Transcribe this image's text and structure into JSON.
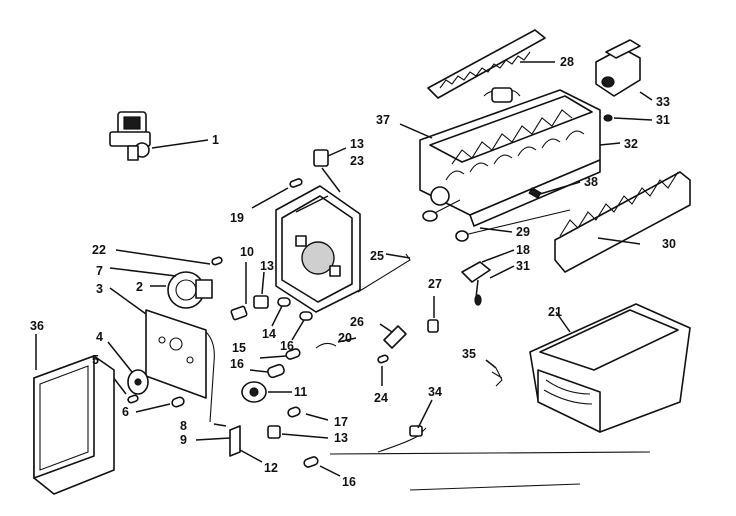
{
  "callouts": [
    {
      "id": "c1",
      "text": "1"
    },
    {
      "id": "c2",
      "text": "2"
    },
    {
      "id": "c3",
      "text": "3"
    },
    {
      "id": "c4",
      "text": "4"
    },
    {
      "id": "c5",
      "text": "5"
    },
    {
      "id": "c6",
      "text": "6"
    },
    {
      "id": "c7",
      "text": "7"
    },
    {
      "id": "c8",
      "text": "8"
    },
    {
      "id": "c9",
      "text": "9"
    },
    {
      "id": "c10",
      "text": "10"
    },
    {
      "id": "c11",
      "text": "11"
    },
    {
      "id": "c12",
      "text": "12"
    },
    {
      "id": "c13a",
      "text": "13"
    },
    {
      "id": "c13b",
      "text": "13"
    },
    {
      "id": "c13c",
      "text": "13"
    },
    {
      "id": "c14",
      "text": "14"
    },
    {
      "id": "c15",
      "text": "15"
    },
    {
      "id": "c16a",
      "text": "16"
    },
    {
      "id": "c16b",
      "text": "16"
    },
    {
      "id": "c16c",
      "text": "16"
    },
    {
      "id": "c17",
      "text": "17"
    },
    {
      "id": "c18",
      "text": "18"
    },
    {
      "id": "c19",
      "text": "19"
    },
    {
      "id": "c20",
      "text": "20"
    },
    {
      "id": "c21",
      "text": "21"
    },
    {
      "id": "c22",
      "text": "22"
    },
    {
      "id": "c23",
      "text": "23"
    },
    {
      "id": "c24",
      "text": "24"
    },
    {
      "id": "c25",
      "text": "25"
    },
    {
      "id": "c26",
      "text": "26"
    },
    {
      "id": "c27",
      "text": "27"
    },
    {
      "id": "c28",
      "text": "28"
    },
    {
      "id": "c29",
      "text": "29"
    },
    {
      "id": "c30",
      "text": "30"
    },
    {
      "id": "c31a",
      "text": "31"
    },
    {
      "id": "c31b",
      "text": "31"
    },
    {
      "id": "c32",
      "text": "32"
    },
    {
      "id": "c33",
      "text": "33"
    },
    {
      "id": "c34",
      "text": "34"
    },
    {
      "id": "c35",
      "text": "35"
    },
    {
      "id": "c36",
      "text": "36"
    },
    {
      "id": "c37",
      "text": "37"
    },
    {
      "id": "c38",
      "text": "38"
    }
  ]
}
